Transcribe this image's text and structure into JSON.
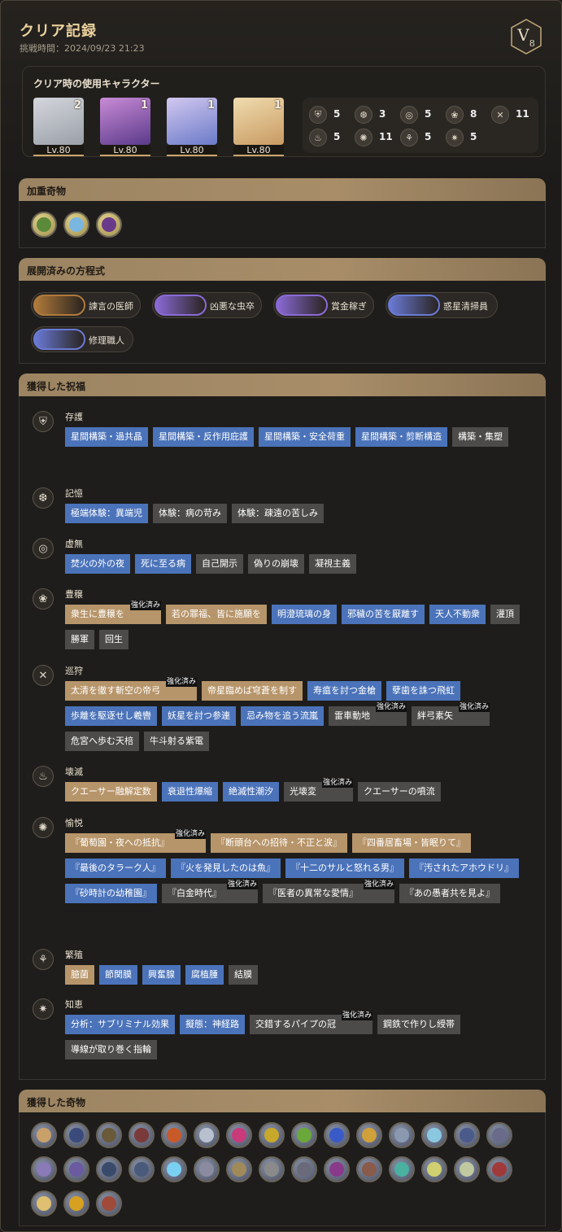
{
  "header": {
    "title": "クリア記録",
    "time_label": "挑戦時間：",
    "time": "2024/09/23 21:23",
    "badge_letter": "V",
    "badge_num": "8"
  },
  "characters": {
    "title": "クリア時の使用キャラクター",
    "items": [
      {
        "rank": "2",
        "level": "Lv.80",
        "colors": [
          "#9aa0a8",
          "#d4d6dc"
        ]
      },
      {
        "rank": "1",
        "level": "Lv.80",
        "colors": [
          "#5a3a8a",
          "#c98bd6"
        ]
      },
      {
        "rank": "1",
        "level": "Lv.80",
        "colors": [
          "#6a7ac8",
          "#d2c8f0"
        ]
      },
      {
        "rank": "1",
        "level": "Lv.80",
        "colors": [
          "#c89a62",
          "#f0dcae"
        ]
      }
    ],
    "paths": [
      {
        "icon": "preservation-icon",
        "count": "5"
      },
      {
        "icon": "remembrance-icon",
        "count": "3"
      },
      {
        "icon": "nihility-icon",
        "count": "5"
      },
      {
        "icon": "abundance-icon",
        "count": "8"
      },
      {
        "icon": "hunt-icon",
        "count": "11"
      },
      {
        "icon": "destruction-icon",
        "count": "5"
      },
      {
        "icon": "elation-icon",
        "count": "11"
      },
      {
        "icon": "propagation-icon",
        "count": "5"
      },
      {
        "icon": "erudition-icon",
        "count": "5"
      }
    ]
  },
  "weighted_curios": {
    "title": "加重奇物",
    "items": [
      {
        "color": "#5a8a3a"
      },
      {
        "color": "#7ab6e0"
      },
      {
        "color": "#6a3a8a"
      }
    ]
  },
  "equations": {
    "title": "展開済みの方程式",
    "items": [
      {
        "label": "諫言の医師",
        "color": "#b07a3a"
      },
      {
        "label": "凶悪な虫卒",
        "color": "#8a6ad6"
      },
      {
        "label": "賞金稼ぎ",
        "color": "#8a6ad6"
      },
      {
        "label": "惑星清掃員",
        "color": "#6a7ad6"
      },
      {
        "label": "修理職人",
        "color": "#6a7ad6"
      }
    ]
  },
  "blessings": {
    "title": "獲得した祝福",
    "enhanced_label": "強化済み",
    "paths": [
      {
        "name": "存護",
        "icon": "preservation-icon",
        "tags": [
          {
            "t": "星間構築・過共晶",
            "c": "blue"
          },
          {
            "t": "星間構築・反作用庇護",
            "c": "blue"
          },
          {
            "t": "星間構築・安全荷重",
            "c": "blue"
          },
          {
            "t": "星間構築・剪断構造",
            "c": "blue"
          },
          {
            "t": "構築・集塑",
            "c": "gray"
          }
        ]
      },
      {
        "name": "記憶",
        "icon": "remembrance-icon",
        "tags": [
          {
            "t": "極端体験：異端児",
            "c": "blue"
          },
          {
            "t": "体験：病の苛み",
            "c": "gray"
          },
          {
            "t": "体験：疎遠の苦しみ",
            "c": "gray"
          }
        ]
      },
      {
        "name": "虚無",
        "icon": "nihility-icon",
        "tags": [
          {
            "t": "焚火の外の夜",
            "c": "blue"
          },
          {
            "t": "死に至る病",
            "c": "blue"
          },
          {
            "t": "自己開示",
            "c": "gray"
          },
          {
            "t": "偽りの崩壊",
            "c": "gray"
          },
          {
            "t": "凝視主義",
            "c": "gray"
          }
        ]
      },
      {
        "name": "豊穣",
        "icon": "abundance-icon",
        "tags": [
          {
            "t": "衆生に豊穣を",
            "c": "gold",
            "e": true
          },
          {
            "t": "若の罪福、皆に施願を",
            "c": "gold"
          },
          {
            "t": "明澄琉璃の身",
            "c": "blue"
          },
          {
            "t": "邪穢の苦を厭離す",
            "c": "blue"
          },
          {
            "t": "天人不動衆",
            "c": "blue"
          },
          {
            "t": "灌頂",
            "c": "gray"
          },
          {
            "t": "勝軍",
            "c": "gray"
          },
          {
            "t": "回生",
            "c": "gray"
          }
        ]
      },
      {
        "name": "巡狩",
        "icon": "hunt-icon",
        "tags": [
          {
            "t": "太清を徹す斬空の帝弓",
            "c": "gold",
            "e": true
          },
          {
            "t": "帝星臨めば穹蒼を制す",
            "c": "gold"
          },
          {
            "t": "寿瘟を討つ金槍",
            "c": "blue"
          },
          {
            "t": "孽歯を誅つ飛虹",
            "c": "blue"
          },
          {
            "t": "歩離を駆逐せし羲轡",
            "c": "blue"
          },
          {
            "t": "妖星を討つ参連",
            "c": "blue"
          },
          {
            "t": "忌み物を追う流嵐",
            "c": "blue"
          },
          {
            "t": "雷車動地",
            "c": "gray",
            "e": true
          },
          {
            "t": "絆弓素矢",
            "c": "gray",
            "e": true
          },
          {
            "t": "危宮へ歩む天棓",
            "c": "gray"
          },
          {
            "t": "牛斗射る紫電",
            "c": "gray"
          }
        ]
      },
      {
        "name": "壊滅",
        "icon": "destruction-icon",
        "tags": [
          {
            "t": "クエーサー融解定数",
            "c": "gold"
          },
          {
            "t": "衰退性爆縮",
            "c": "blue"
          },
          {
            "t": "絶滅性潮汐",
            "c": "blue"
          },
          {
            "t": "光壊変",
            "c": "gray",
            "e": true
          },
          {
            "t": "クエーサーの噴流",
            "c": "gray"
          }
        ]
      },
      {
        "name": "愉悦",
        "icon": "elation-icon",
        "tags": [
          {
            "t": "『葡萄園・夜への抵抗』",
            "c": "gold",
            "e": true
          },
          {
            "t": "『断頭台への招待・不正と涙』",
            "c": "gold"
          },
          {
            "t": "『四番居畜場・皆眠りて』",
            "c": "gold"
          },
          {
            "t": "『最後のタラーク人』",
            "c": "blue"
          },
          {
            "t": "『火を発見したのは魚』",
            "c": "blue"
          },
          {
            "t": "『十二のサルと怒れる男』",
            "c": "blue"
          },
          {
            "t": "『汚されたアホウドリ』",
            "c": "blue"
          },
          {
            "t": "『砂時計の幼稚園』",
            "c": "blue"
          },
          {
            "t": "『白金時代』",
            "c": "gray",
            "e": true
          },
          {
            "t": "『医者の異常な愛情』",
            "c": "gray",
            "e": true
          },
          {
            "t": "『あの愚者共を見よ』",
            "c": "gray"
          }
        ]
      },
      {
        "name": "繁殖",
        "icon": "propagation-icon",
        "tags": [
          {
            "t": "臆菌",
            "c": "gold"
          },
          {
            "t": "節関膜",
            "c": "blue"
          },
          {
            "t": "興奮腺",
            "c": "blue"
          },
          {
            "t": "腐植腫",
            "c": "blue"
          },
          {
            "t": "結膜",
            "c": "gray"
          }
        ]
      },
      {
        "name": "知恵",
        "icon": "erudition-icon",
        "tags": [
          {
            "t": "分析：サブリミナル効果",
            "c": "blue"
          },
          {
            "t": "擬態：神経路",
            "c": "blue"
          },
          {
            "t": "交錯するパイプの冠",
            "c": "gray",
            "e": true
          },
          {
            "t": "鋼鉄で作りし綬帯",
            "c": "gray"
          },
          {
            "t": "導線が取り巻く指輪",
            "c": "gray"
          }
        ]
      }
    ]
  },
  "curios": {
    "title": "獲得した奇物",
    "items": [
      {
        "color": "#c8a06a"
      },
      {
        "color": "#3a4a7a"
      },
      {
        "color": "#6a5a3a"
      },
      {
        "color": "#7a3a3a"
      },
      {
        "color": "#c85a2a"
      },
      {
        "color": "#b8c0d0"
      },
      {
        "color": "#c83a7a"
      },
      {
        "color": "#c8a82a"
      },
      {
        "color": "#6aa83a"
      },
      {
        "color": "#3a5ac8"
      },
      {
        "color": "#d0a03a"
      },
      {
        "color": "#8a98b0"
      },
      {
        "color": "#8ac8e0"
      },
      {
        "color": "#4a5a8a"
      },
      {
        "color": "#6a6a8a"
      },
      {
        "color": "#8a7ab8"
      },
      {
        "color": "#6a5aa0"
      },
      {
        "color": "#3a4a6a"
      },
      {
        "color": "#4a5a7a"
      },
      {
        "color": "#7ad0f0"
      },
      {
        "color": "#8a8aa0"
      },
      {
        "color": "#a08a5a"
      },
      {
        "color": "#8a8a8a"
      },
      {
        "color": "#6a6a7a"
      },
      {
        "color": "#8a3a8a"
      },
      {
        "color": "#8a5a4a"
      },
      {
        "color": "#4ab0a0"
      },
      {
        "color": "#d0d070"
      },
      {
        "color": "#c0c8a0"
      },
      {
        "color": "#a03a3a"
      },
      {
        "color": "#e0c070"
      },
      {
        "color": "#d8a020"
      },
      {
        "color": "#a04a3a"
      }
    ]
  }
}
